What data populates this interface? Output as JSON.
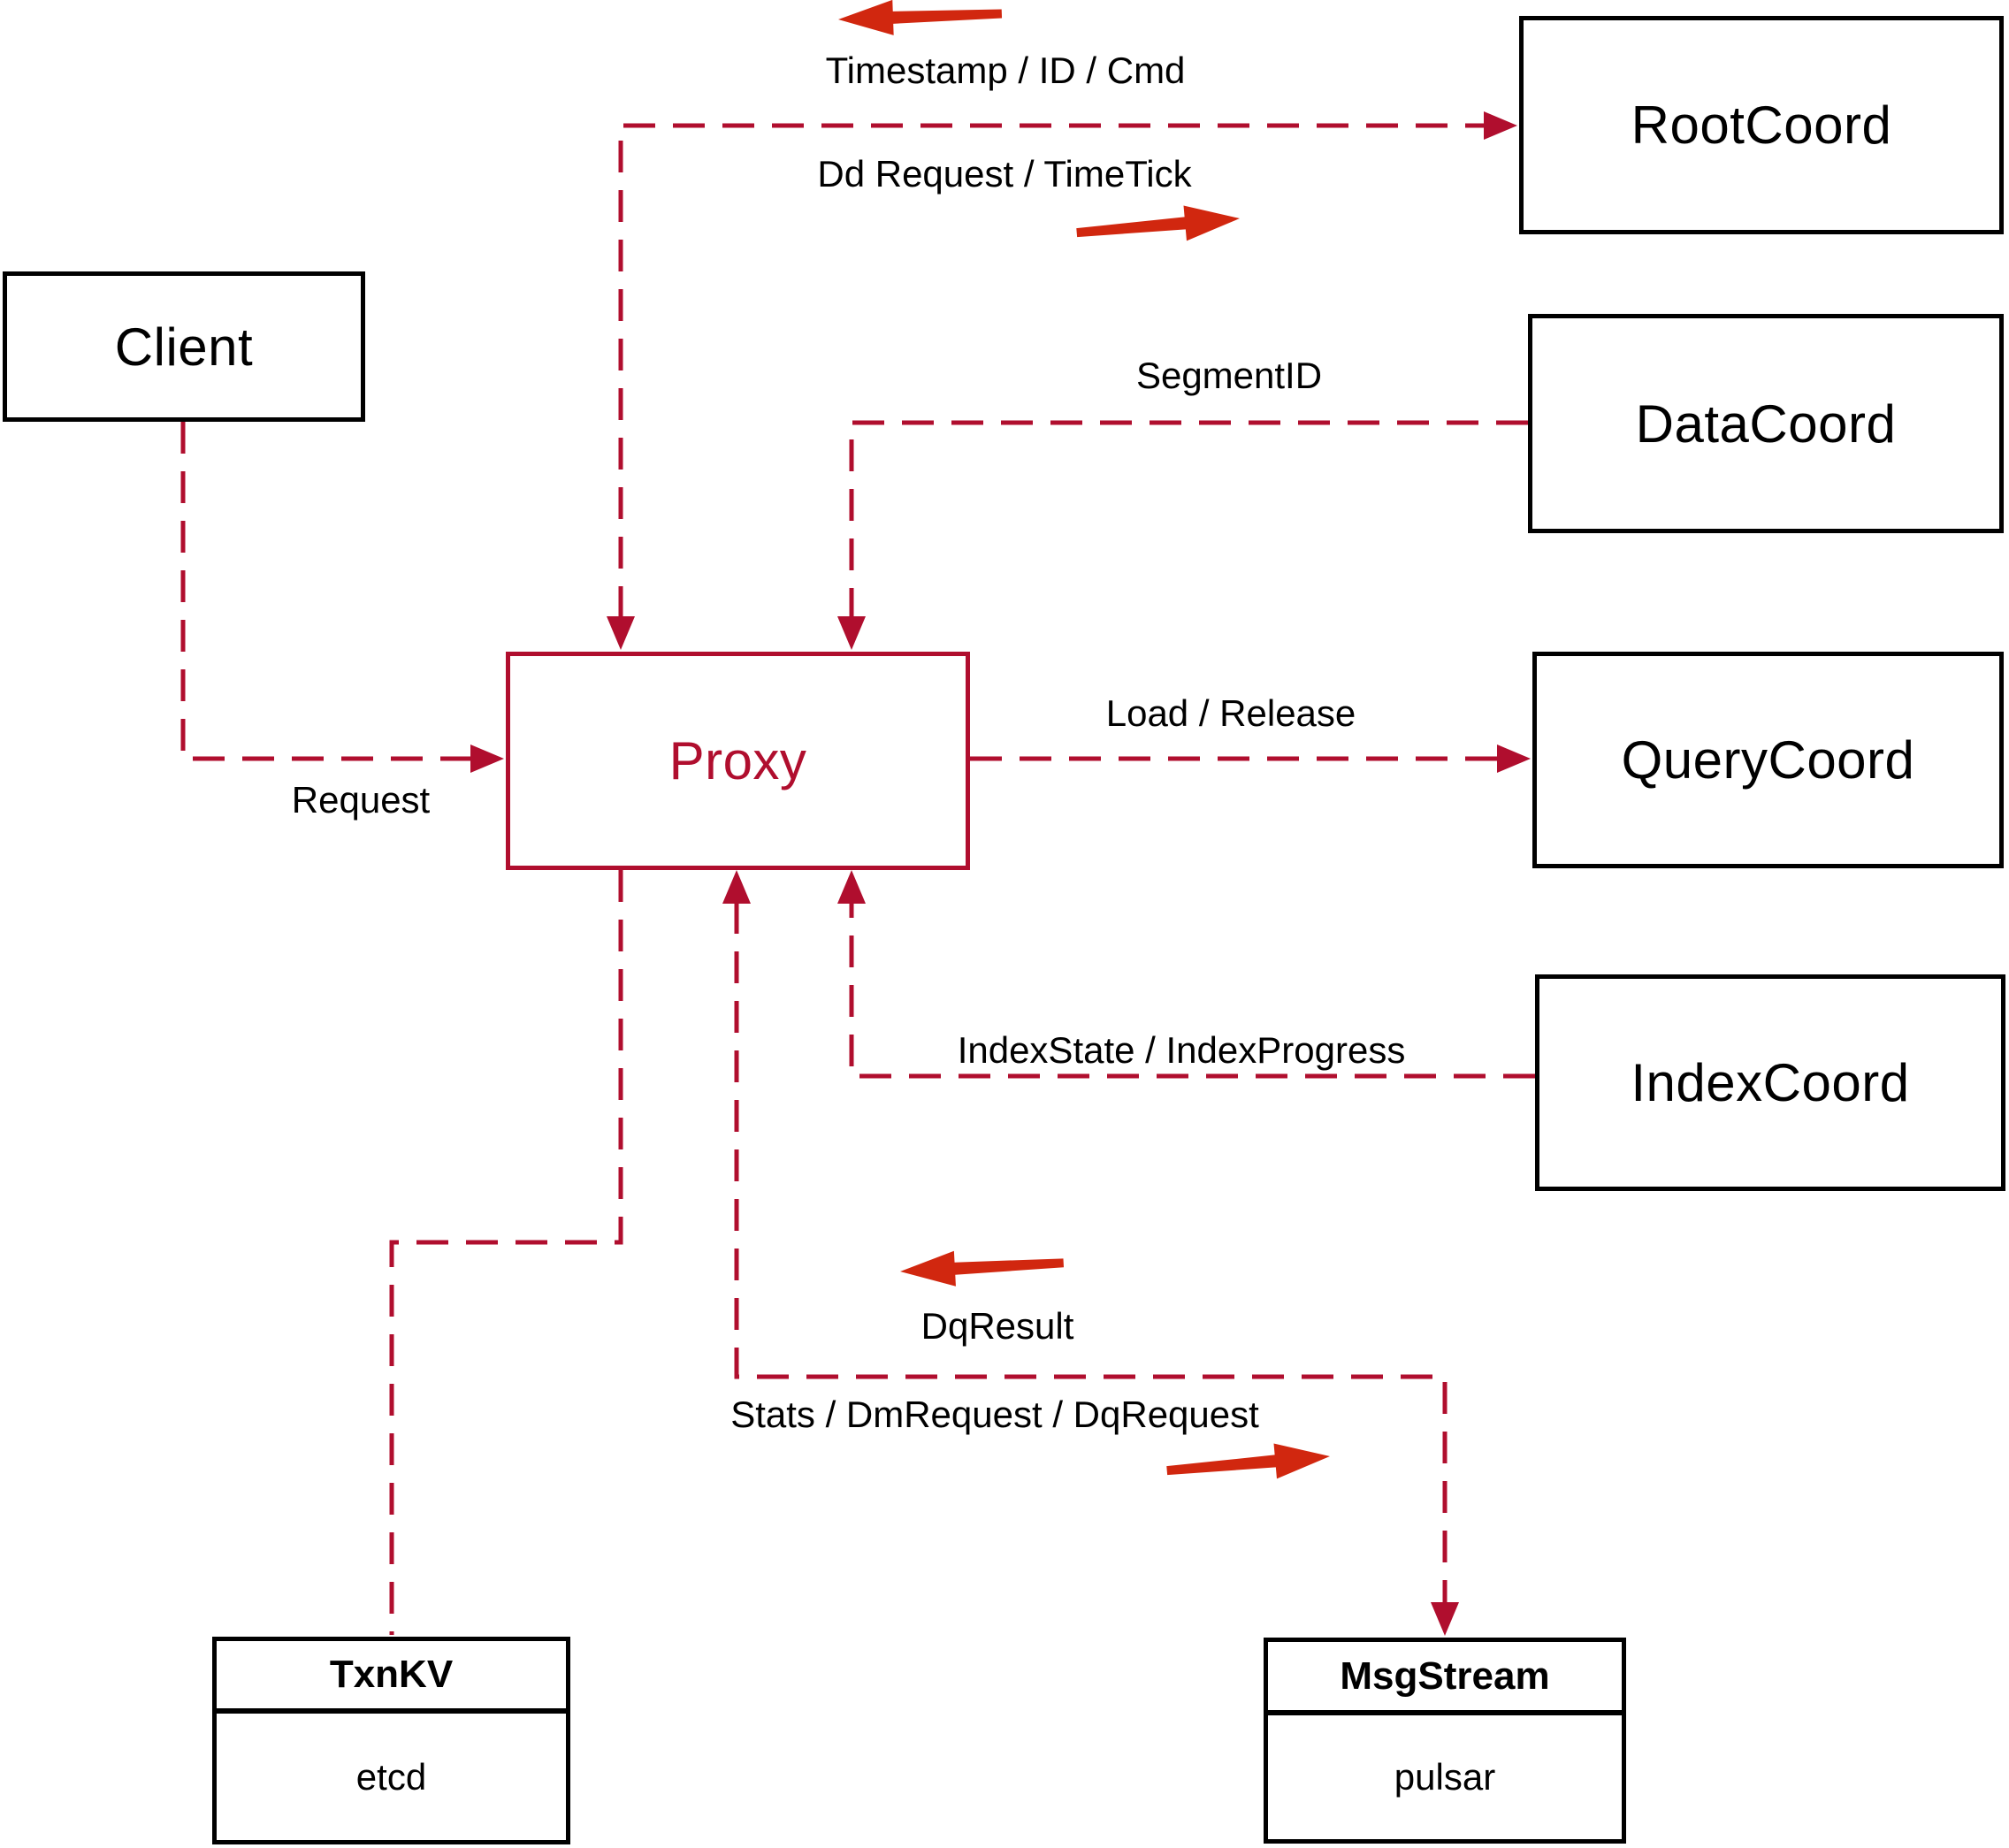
{
  "colors": {
    "connector": "#b00e2e",
    "direction_arrow": "#d1270f",
    "box_border": "#000000",
    "proxy_accent": "#b00e2e",
    "text": "#000000",
    "background": "#ffffff"
  },
  "nodes": {
    "client": {
      "label": "Client"
    },
    "proxy": {
      "label": "Proxy"
    },
    "root_coord": {
      "label": "RootCoord"
    },
    "data_coord": {
      "label": "DataCoord"
    },
    "query_coord": {
      "label": "QueryCoord"
    },
    "index_coord": {
      "label": "IndexCoord"
    },
    "txn_kv": {
      "title": "TxnKV",
      "implementation": "etcd"
    },
    "msg_stream": {
      "title": "MsgStream",
      "implementation": "pulsar"
    }
  },
  "edge_labels": {
    "timestamp_id_cmd": "Timestamp / ID / Cmd",
    "dd_request_timetick": "Dd Request / TimeTick",
    "segment_id": "SegmentID",
    "load_release": "Load / Release",
    "request": "Request",
    "index_state_progress": "IndexState / IndexProgress",
    "dq_result": "DqResult",
    "stats_dm_dq_request": "Stats / DmRequest / DqRequest"
  }
}
